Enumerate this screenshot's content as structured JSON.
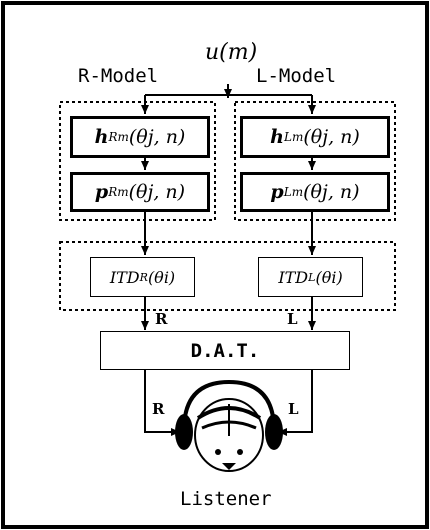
{
  "input": {
    "signal": "u(m)"
  },
  "models": {
    "right": {
      "title": "R-Model",
      "h_filter": "h",
      "h_sub": "Rm",
      "p_filter": "p",
      "p_sub": "Rm",
      "args": "(θj, n)",
      "itd": "ITD",
      "itd_sub": "R",
      "itd_arg": "(θi)"
    },
    "left": {
      "title": "L-Model",
      "h_filter": "h",
      "h_sub": "Lm",
      "p_filter": "p",
      "p_sub": "Lm",
      "args": "(θj, n)",
      "itd": "ITD",
      "itd_sub": "L",
      "itd_arg": "(θi)"
    }
  },
  "channels": {
    "right": "R",
    "left": "L"
  },
  "dat": {
    "label": "D.A.T."
  },
  "output": {
    "label": "Listener"
  }
}
